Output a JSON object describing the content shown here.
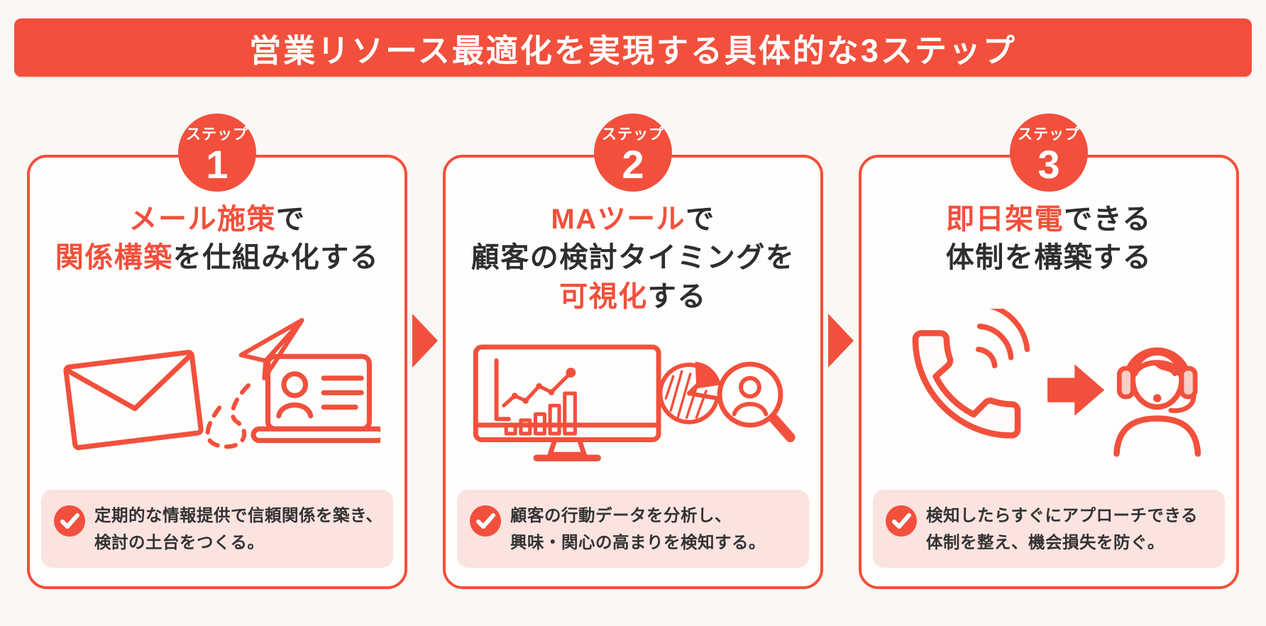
{
  "banner": {
    "title": "営業リソース最適化を実現する具体的な3ステップ"
  },
  "colors": {
    "accent": "#F2503C",
    "note_bg": "#FBE3E0",
    "text_dark": "#2E2E2E",
    "page_bg": "#FAF7F5"
  },
  "steps": [
    {
      "badge_label": "ステップ",
      "badge_number": "1",
      "heading": {
        "l1_red": "メール施策",
        "l1_black": "で",
        "l2_red": "関係構築",
        "l2_black": "を仕組み化する"
      },
      "icon": "email-paper-plane-laptop",
      "note": {
        "line1": "定期的な情報提供で信頼関係を築き、",
        "line2": "検討の土台をつくる。"
      }
    },
    {
      "badge_label": "ステップ",
      "badge_number": "2",
      "heading": {
        "l1_red": "MAツール",
        "l1_black": "で",
        "l2_black": "顧客の検討タイミングを",
        "l3_red": "可視化",
        "l3_black": "する"
      },
      "icon": "analytics-monitor-pie-magnifier",
      "note": {
        "line1": "顧客の行動データを分析し、",
        "line2": "興味・関心の高まりを検知する。"
      }
    },
    {
      "badge_label": "ステップ",
      "badge_number": "3",
      "heading": {
        "l1_red": "即日架電",
        "l1_black": "できる",
        "l2_black": "体制を構築する"
      },
      "icon": "phone-arrow-operator",
      "note": {
        "line1": "検知したらすぐにアプローチできる",
        "line2": "体制を整え、機会損失を防ぐ。"
      }
    }
  ]
}
